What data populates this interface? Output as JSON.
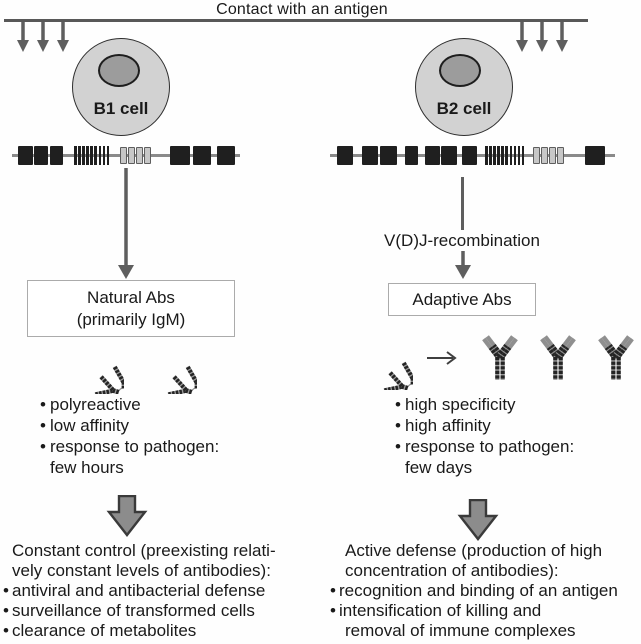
{
  "header": {
    "title": "Contact with an antigen"
  },
  "antigen_arrows": {
    "left_count": 3,
    "right_count": 3
  },
  "left": {
    "cell_label": "B1 cell",
    "abs_box_line1": "Natural Abs",
    "abs_box_line2": "(primarily IgM)",
    "traits": [
      {
        "text": "polyreactive"
      },
      {
        "text": "low affinity"
      },
      {
        "text": "response to pathogen:",
        "cont": "few hours"
      }
    ],
    "outcome_heading": [
      "Constant control (preexisting relati-",
      "vely constant levels of antibodies):"
    ],
    "outcome_bullets": [
      {
        "text": "antiviral and antibacterial defense"
      },
      {
        "text": "surveillance of transformed cells"
      },
      {
        "text": "clearance of metabolites"
      }
    ]
  },
  "right": {
    "cell_label": "B2 cell",
    "recombination_label": "V(D)J-recombination",
    "abs_box_line1": "Adaptive Abs",
    "traits": [
      {
        "text": "high specificity"
      },
      {
        "text": "high affinity"
      },
      {
        "text": "response to pathogen:",
        "cont": "few days"
      }
    ],
    "outcome_heading": [
      "Active defense (production of high",
      "concentration of antibodies):"
    ],
    "outcome_bullets": [
      {
        "text": "recognition and binding of an antigen"
      },
      {
        "text": "intensification of killing and",
        "cont": "removal of immune complexes"
      }
    ]
  },
  "gene_rows": {
    "b1": {
      "segments": [
        {
          "type": "space",
          "w": 6
        },
        {
          "type": "black",
          "w": 15
        },
        {
          "type": "space",
          "w": 1
        },
        {
          "type": "black",
          "w": 14
        },
        {
          "type": "space",
          "w": 2
        },
        {
          "type": "black",
          "w": 13
        },
        {
          "type": "space",
          "w": 11
        },
        {
          "type": "bars",
          "count": 9
        },
        {
          "type": "space",
          "w": 9
        },
        {
          "type": "gray",
          "count": 4
        },
        {
          "type": "space",
          "w": 18
        },
        {
          "type": "black",
          "w": 20
        },
        {
          "type": "space",
          "w": 3
        },
        {
          "type": "black",
          "w": 18
        },
        {
          "type": "space",
          "w": 6
        },
        {
          "type": "black",
          "w": 18
        }
      ]
    },
    "b2": {
      "segments": [
        {
          "type": "space",
          "w": 7
        },
        {
          "type": "black",
          "w": 16
        },
        {
          "type": "space",
          "w": 9
        },
        {
          "type": "black",
          "w": 16
        },
        {
          "type": "space",
          "w": 2
        },
        {
          "type": "black",
          "w": 17
        },
        {
          "type": "space",
          "w": 8
        },
        {
          "type": "black",
          "w": 13
        },
        {
          "type": "space",
          "w": 7
        },
        {
          "type": "black",
          "w": 15
        },
        {
          "type": "space",
          "w": 1
        },
        {
          "type": "black",
          "w": 16
        },
        {
          "type": "space",
          "w": 5
        },
        {
          "type": "black",
          "w": 15
        },
        {
          "type": "space",
          "w": 8
        },
        {
          "type": "bars",
          "count": 10
        },
        {
          "type": "space",
          "w": 7
        },
        {
          "type": "gray",
          "count": 4
        },
        {
          "type": "space",
          "w": 20
        },
        {
          "type": "black",
          "w": 20
        }
      ]
    }
  },
  "antibody_icons": {
    "left": [
      "igm",
      "igm"
    ],
    "right": [
      "igm",
      "arrow-right",
      "igg",
      "igg",
      "igg"
    ]
  },
  "colors": {
    "text": "#1a1a1a",
    "thin_arrow": "#5e5e5e",
    "contact_line": "#585858",
    "big_arrow_fill": "#8c8c8c",
    "big_arrow_stroke": "#3a3a3a",
    "cell_fill": "#d2d2d2",
    "nucleus_fill": "#9c9c9c",
    "gene_black": "#1f1f1f",
    "gene_gray": "#c7c7c7",
    "box_border": "#ababab",
    "antibody_dark": "#242424",
    "antibody_gray": "#8f8f8f"
  }
}
